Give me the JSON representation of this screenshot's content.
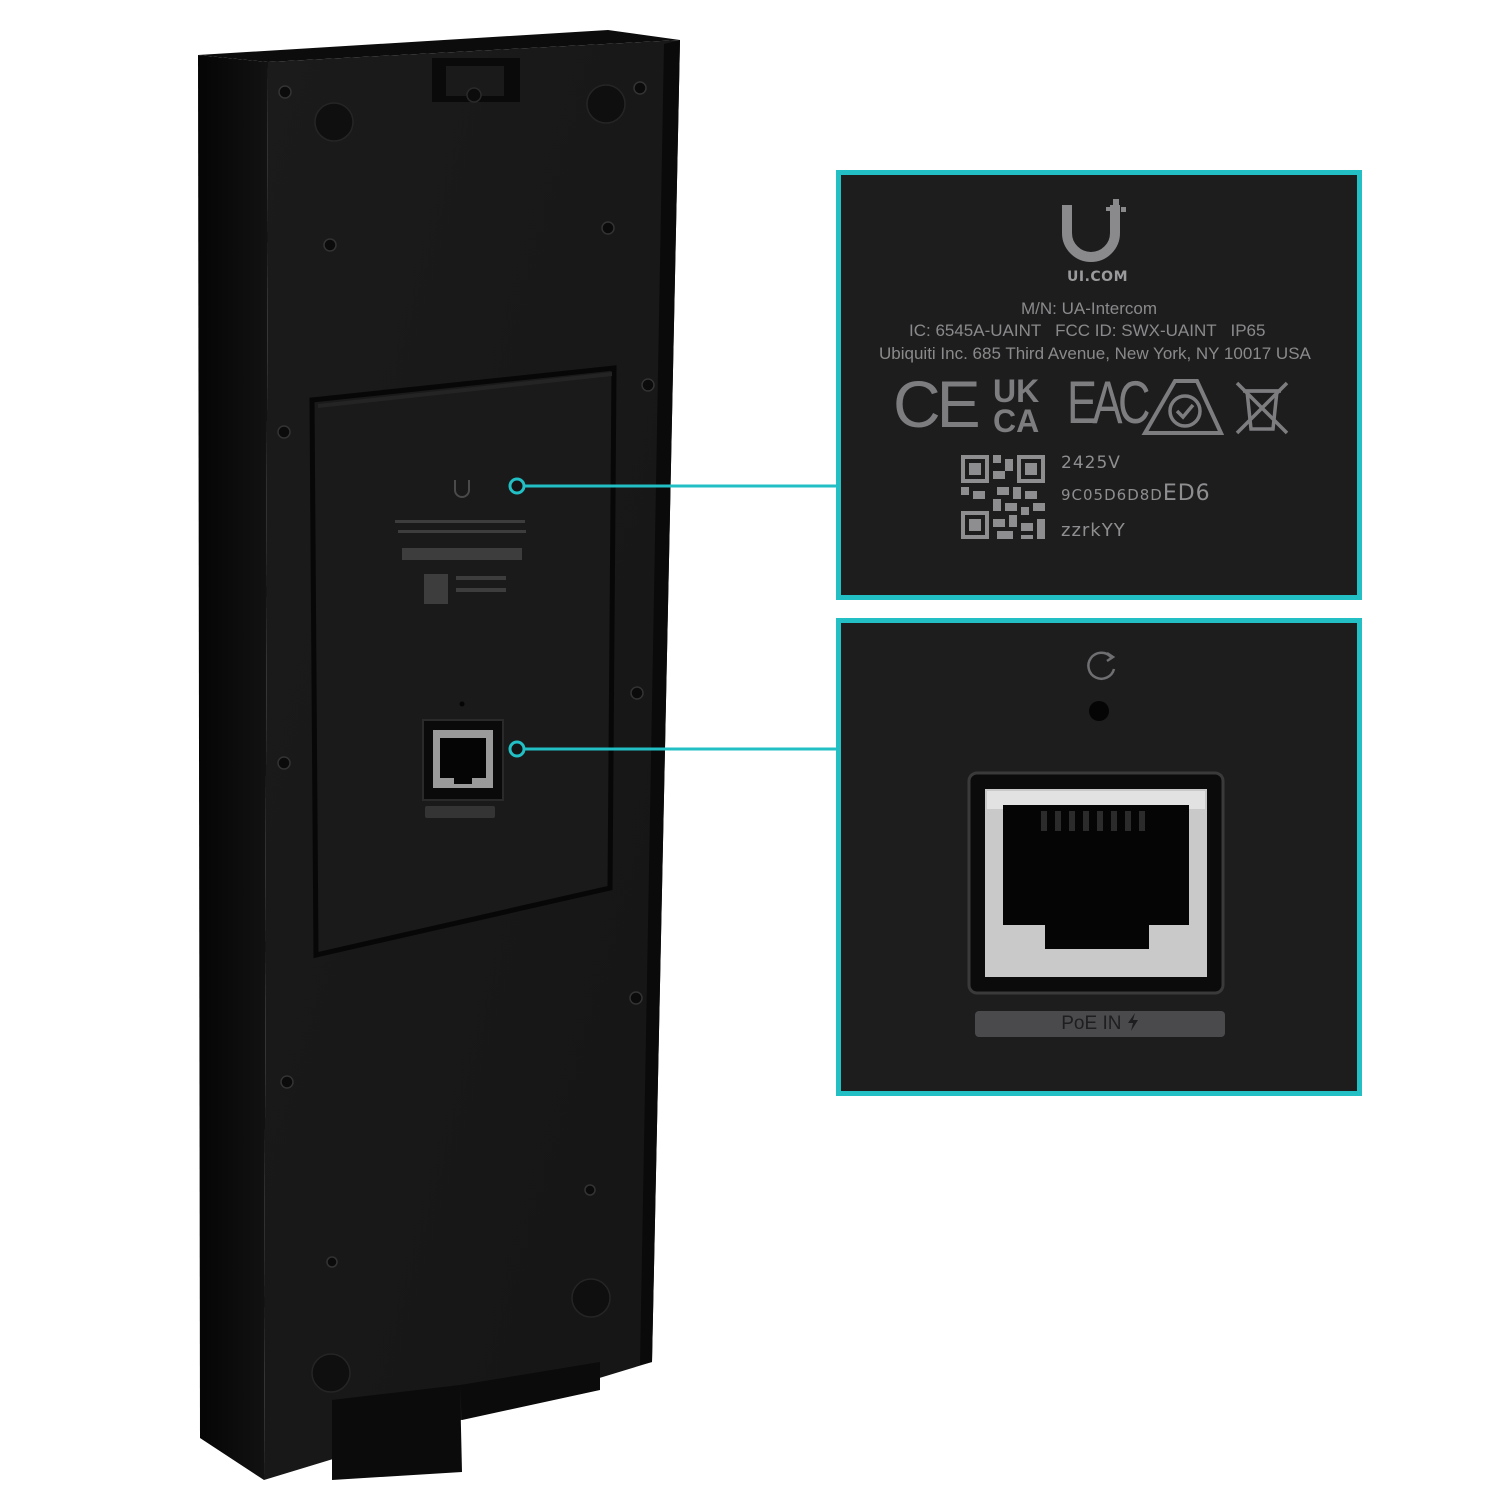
{
  "label": {
    "brand": "UI.COM",
    "model_line": "M/N: UA-Intercom",
    "ids_line": "IC: 6545A-UAINT   FCC ID: SWX-UAINT   IP65",
    "address_line": "Ubiquiti Inc. 685 Third Avenue, New York, NY 10017 USA",
    "cert_ce": "CE",
    "cert_ukca_top": "UK",
    "cert_ukca_bottom": "CA",
    "cert_eac": "EAC",
    "date_code": "2425V",
    "mac_prefix": "9C05D6D8D",
    "mac_suffix": "ED6",
    "serial": "zzrkYY"
  },
  "port": {
    "label": "PoE IN"
  },
  "icons": [
    "ubiquiti-logo-icon",
    "reset-icon",
    "qr-code-icon",
    "rcm-mark-icon",
    "weee-bin-icon",
    "bolt-icon"
  ],
  "colors": {
    "accent": "#22bfc4",
    "device": "#141414",
    "panel": "#1d1d1e"
  }
}
